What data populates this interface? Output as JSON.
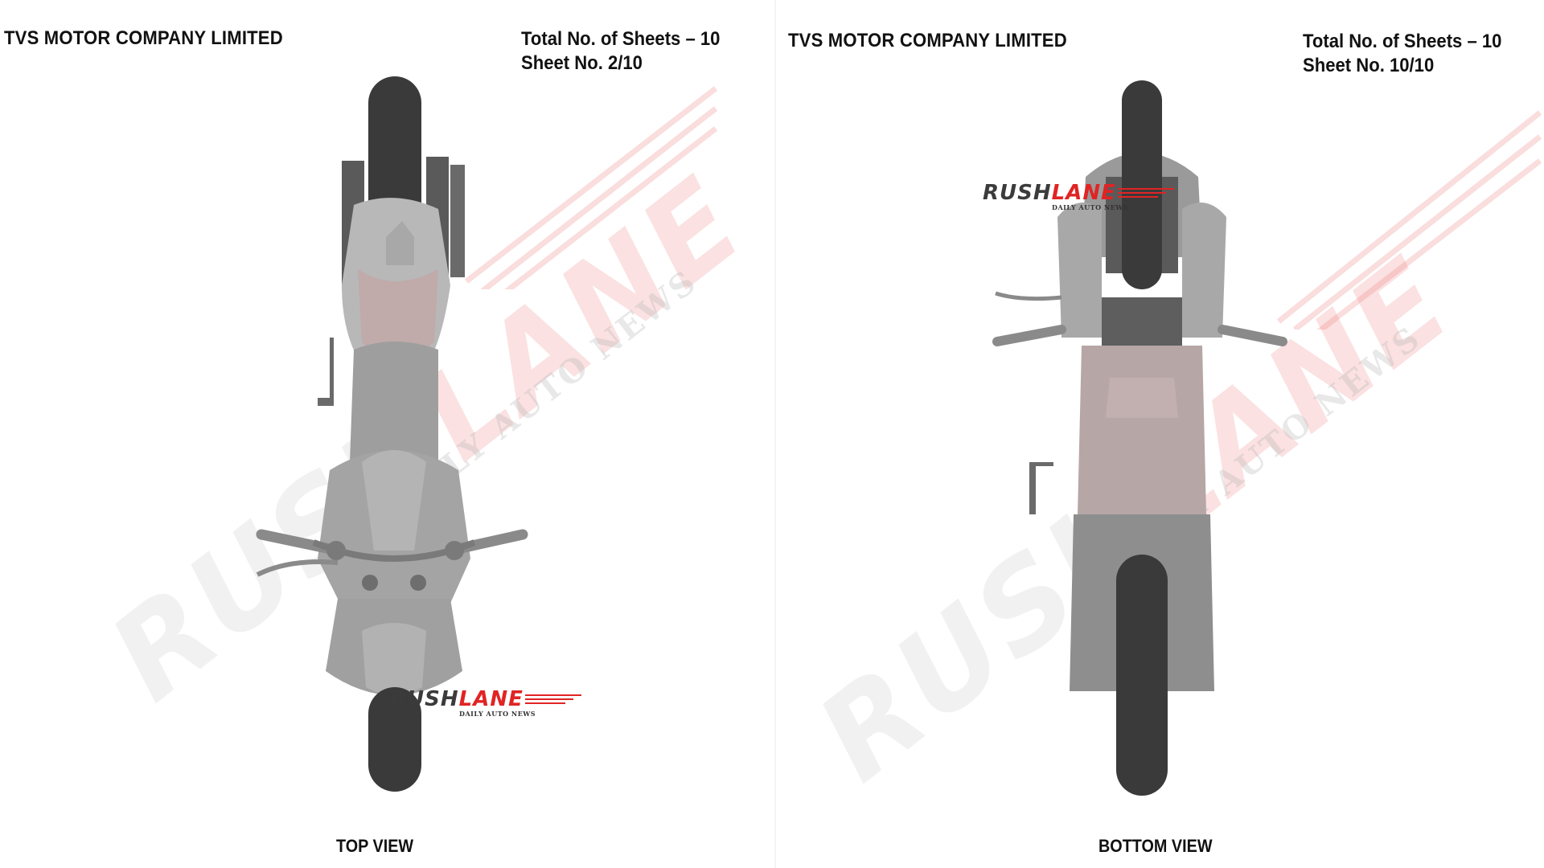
{
  "sheets": [
    {
      "company": "TVS MOTOR COMPANY LIMITED",
      "total_sheets": "Total No. of Sheets – 10",
      "sheet_no": "Sheet No. 2/10",
      "view_label": "TOP VIEW",
      "watermark": {
        "brand_left": "RUSH",
        "brand_right": "LANE",
        "tagline": "DAILY AUTO NEWS"
      },
      "logo": {
        "brand_left": "RUSH",
        "brand_right": "LANE",
        "tagline": "DAILY AUTO NEWS"
      }
    },
    {
      "company": "TVS MOTOR COMPANY LIMITED",
      "total_sheets": "Total No. of Sheets – 10",
      "sheet_no": "Sheet No. 10/10",
      "view_label": "BOTTOM VIEW",
      "watermark": {
        "brand_left": "RUSH",
        "brand_right": "LANE",
        "tagline": "DAILY AUTO NEWS"
      },
      "logo": {
        "brand_left": "RUSH",
        "brand_right": "LANE",
        "tagline": "DAILY AUTO NEWS"
      }
    }
  ],
  "colors": {
    "tyre": "#3a3a3a",
    "body": "#9a9a9a",
    "body_light": "#b8b8b8",
    "dark_part": "#555555",
    "watermark_red": "#e02424",
    "logo_dark": "#3b3b3b"
  }
}
